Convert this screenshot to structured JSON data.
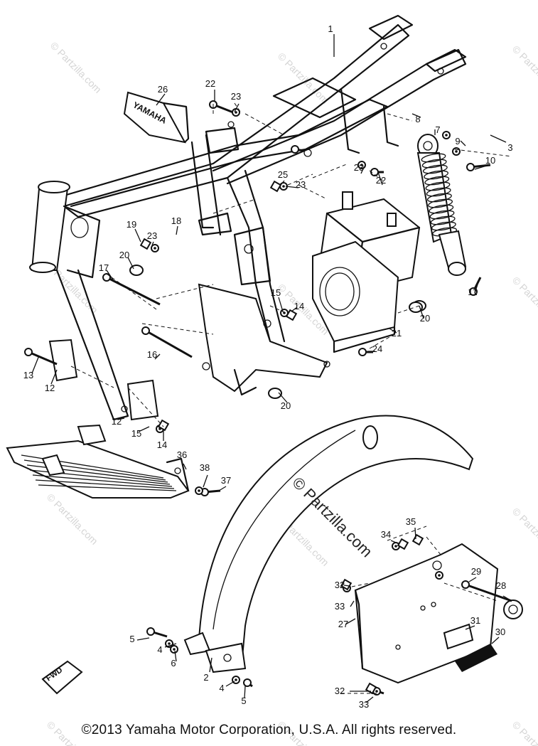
{
  "watermark": "© Partzilla.com",
  "copyright": "©2013  Yamaha Motor Corporation, U.S.A. All rights reserved.",
  "tag_text": "YAMAHA",
  "fwd_text": "FWD",
  "labels": [
    "1",
    "2",
    "3",
    "4",
    "4",
    "5",
    "5",
    "6",
    "7",
    "8",
    "9",
    "10",
    "11",
    "12",
    "12",
    "13",
    "14",
    "14",
    "15",
    "15",
    "16",
    "17",
    "18",
    "19",
    "20",
    "20",
    "20",
    "21",
    "22",
    "22",
    "23",
    "23",
    "23",
    "23",
    "24",
    "25",
    "26",
    "27",
    "28",
    "29",
    "30",
    "31",
    "32",
    "32",
    "33",
    "33",
    "34",
    "35",
    "36",
    "37",
    "38"
  ]
}
